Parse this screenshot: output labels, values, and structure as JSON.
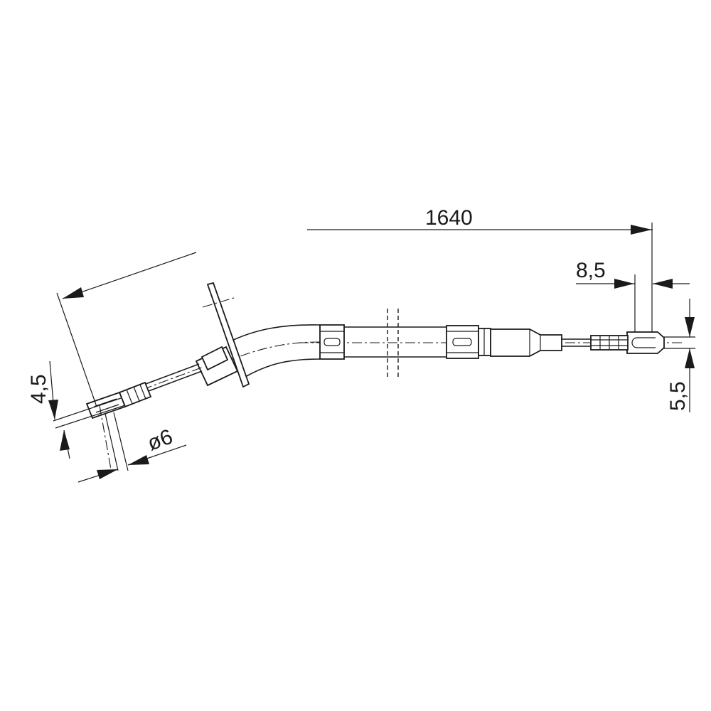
{
  "drawing": {
    "colors": {
      "line": "#1a1a1a",
      "background": "#ffffff"
    },
    "dimensions": {
      "overall_length": "1640",
      "left_eye_offset": "4,5",
      "left_eye_diameter": "ø6",
      "right_eye_width": "8,5",
      "right_eye_offset": "5,5"
    }
  }
}
